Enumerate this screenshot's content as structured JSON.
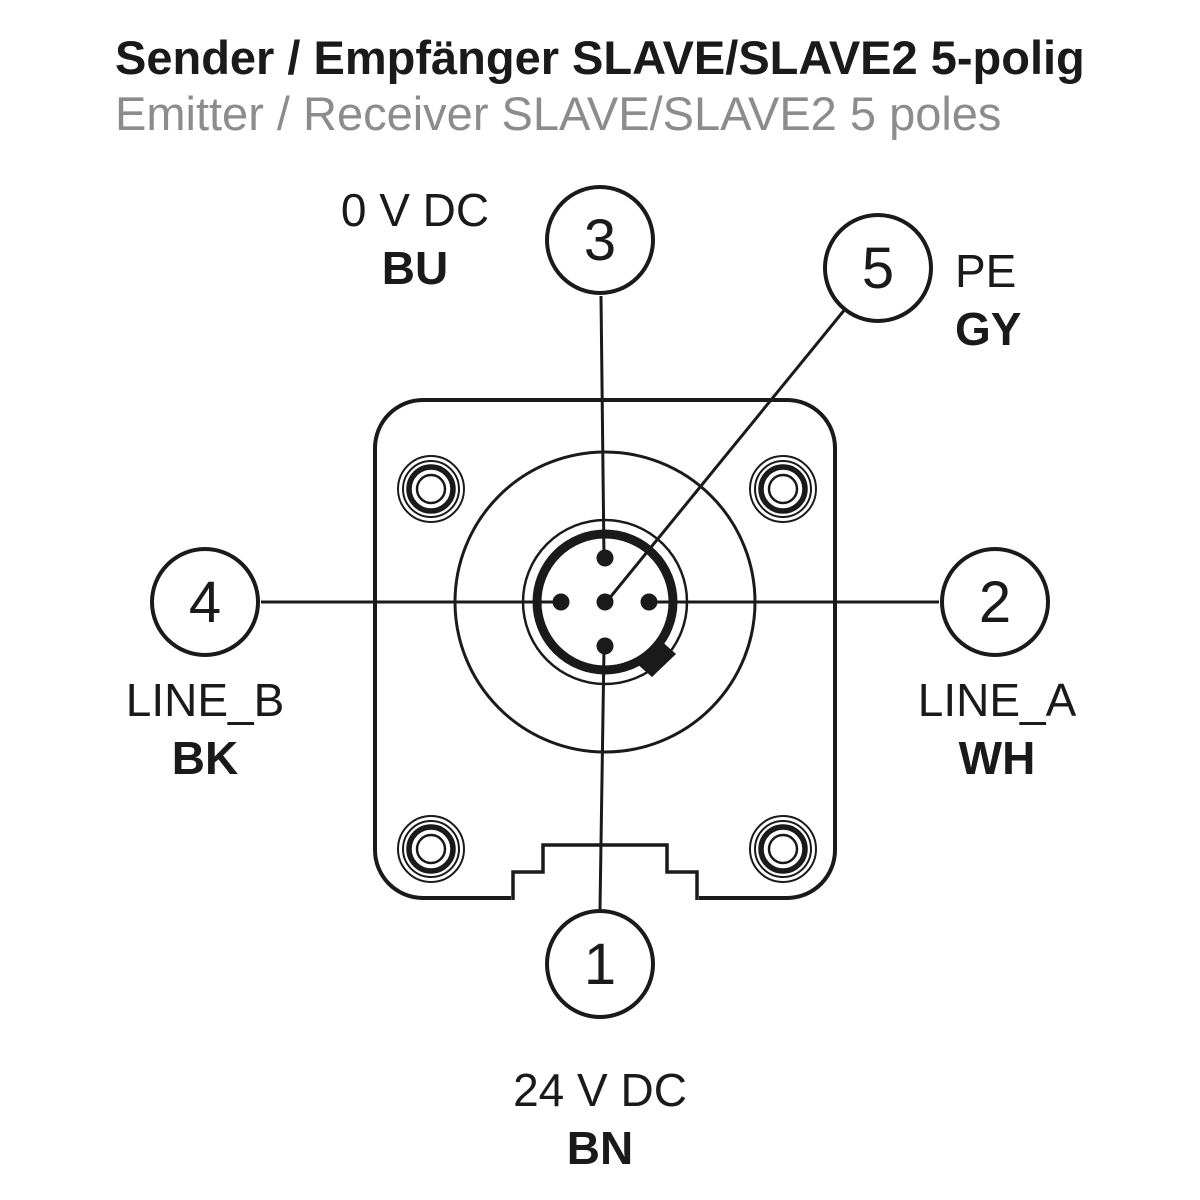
{
  "title": {
    "de": "Sender / Empfänger SLAVE/SLAVE2 5-polig",
    "en": "Emitter / Receiver SLAVE/SLAVE2 5 poles"
  },
  "diagram": {
    "type": "connector-pinout",
    "colors": {
      "line": "#1a1a1a",
      "subtitle": "#8c8c8c",
      "background": "#ffffff"
    }
  },
  "pins": [
    {
      "number": "3",
      "signal": "0 V DC",
      "wire_color": "BU"
    },
    {
      "number": "5",
      "signal": "PE",
      "wire_color": "GY"
    },
    {
      "number": "4",
      "signal": "LINE_B",
      "wire_color": "BK"
    },
    {
      "number": "2",
      "signal": "LINE_A",
      "wire_color": "WH"
    },
    {
      "number": "1",
      "signal": "24 V DC",
      "wire_color": "BN"
    }
  ]
}
